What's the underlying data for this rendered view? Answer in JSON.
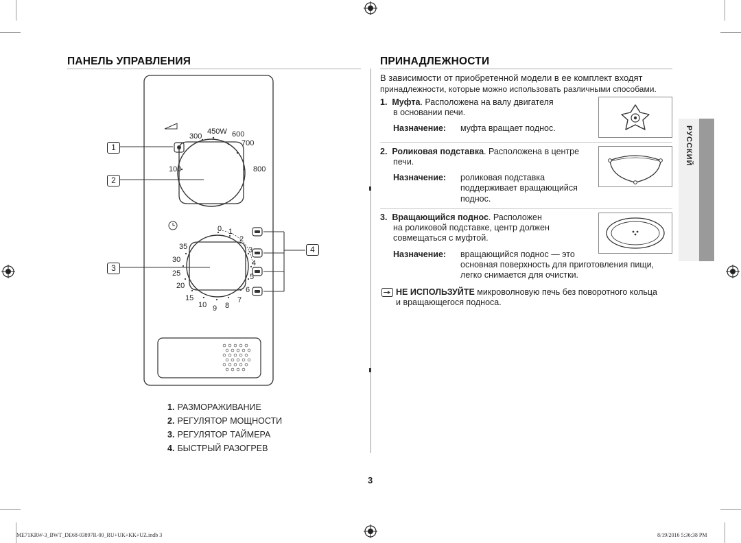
{
  "left": {
    "title": "ПАНЕЛЬ УПРАВЛЕНИЯ",
    "callouts": [
      "1",
      "2",
      "3",
      "4"
    ],
    "power_dial": {
      "labels": [
        "300",
        "450W",
        "600",
        "700",
        "100",
        "800"
      ]
    },
    "timer_dial": {
      "labels": [
        "0",
        "1",
        "2",
        "3",
        "4",
        "5",
        "6",
        "7",
        "8",
        "9",
        "10",
        "15",
        "20",
        "25",
        "30",
        "35"
      ]
    },
    "legend": [
      {
        "num": "1.",
        "text": "РАЗМОРАЖИВАНИЕ"
      },
      {
        "num": "2.",
        "text": "РЕГУЛЯТОР МОЩНОСТИ"
      },
      {
        "num": "3.",
        "text": "РЕГУЛЯТОР ТАЙМЕРА"
      },
      {
        "num": "4.",
        "text": "БЫСТРЫЙ РАЗОГРЕВ"
      }
    ]
  },
  "right": {
    "title": "ПРИНАДЛЕЖНОСТИ",
    "intro_1": "В зависимости от приобретенной модели в ее комплект входят",
    "intro_2": "принадлежности, которые можно использовать различными способами.",
    "items": [
      {
        "num": "1.",
        "name": "Муфта",
        "desc_1": ". Расположена на валу двигателя",
        "desc_2": "в основании печи.",
        "purpose_label": "Назначение:",
        "purpose_1": "муфта вращает поднос.",
        "purpose_2": "",
        "purpose_3": ""
      },
      {
        "num": "2.",
        "name": "Роликовая подставка",
        "desc_1": ". Расположена в центре",
        "desc_2": "печи.",
        "purpose_label": "Назначение:",
        "purpose_1": "роликовая подставка",
        "purpose_2": "поддерживает вращающийся",
        "purpose_3": "поднос."
      },
      {
        "num": "3.",
        "name": "Вращающийся поднос",
        "desc_1": ". Расположен",
        "desc_2": "на роликовой подставке, центр должен",
        "desc_3": "совмещаться с муфтой.",
        "purpose_label": "Назначение:",
        "purpose_1": "вращающийся поднос — это",
        "purpose_2": "основная поверхность для приготовления пищи,",
        "purpose_3": "легко снимается для очистки."
      }
    ],
    "note_bold": "НЕ ИСПОЛЬЗУЙТЕ",
    "note_1": " микроволновую печь без поворотного кольца",
    "note_2": "и вращающегося подноса.",
    "side_tab": "РУССКИЙ"
  },
  "page_number": "3",
  "footer_left": "ME71KRW-3_BWT_DE68-03897R-00_RU+UK+KK+UZ.indb   3",
  "footer_right": "8/19/2016   5:36:38 PM"
}
